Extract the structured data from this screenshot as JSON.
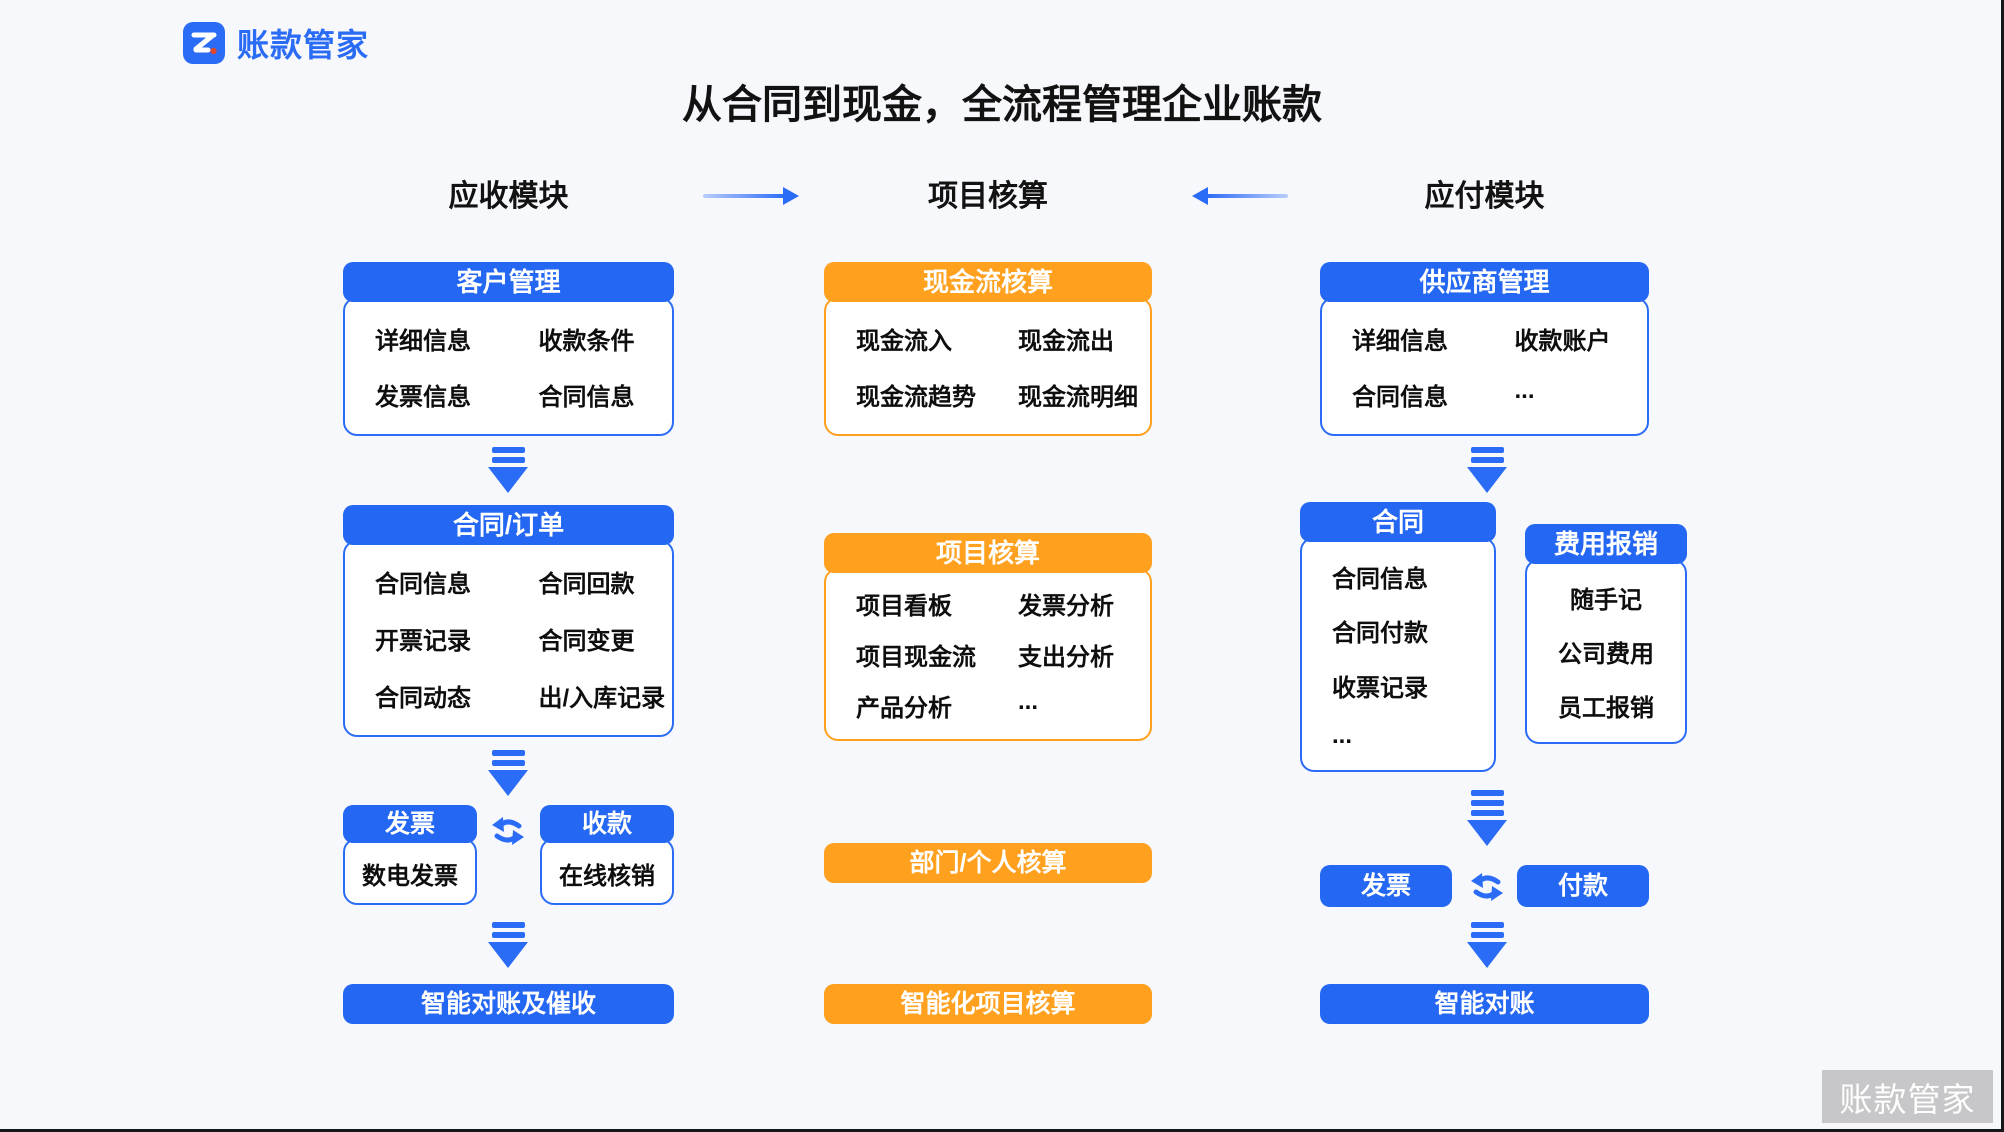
{
  "brand": {
    "name": "账款管家"
  },
  "title": "从合同到现金，全流程管理企业账款",
  "colors": {
    "accent_blue": "#2467F2",
    "accent_orange": "#FFA01E"
  },
  "flow_headers": {
    "left": "应收模块",
    "center": "项目核算",
    "right": "应付模块"
  },
  "receivable": {
    "customer": {
      "title": "客户管理",
      "items": [
        "详细信息",
        "收款条件",
        "发票信息",
        "合同信息"
      ]
    },
    "contract": {
      "title": "合同/订单",
      "items": [
        "合同信息",
        "合同回款",
        "开票记录",
        "合同变更",
        "合同动态",
        "出/入库记录"
      ]
    },
    "invoice": {
      "title": "发票",
      "item": "数电发票"
    },
    "receipt": {
      "title": "收款",
      "item": "在线核销"
    },
    "footer": "智能对账及催收"
  },
  "project": {
    "cashflow": {
      "title": "现金流核算",
      "items": [
        "现金流入",
        "现金流出",
        "现金流趋势",
        "现金流明细"
      ]
    },
    "accounting": {
      "title": "项目核算",
      "items": [
        "项目看板",
        "发票分析",
        "项目现金流",
        "支出分析",
        "产品分析",
        "..."
      ]
    },
    "dept_bar": "部门/个人核算",
    "smart_bar": "智能化项目核算"
  },
  "payable": {
    "supplier": {
      "title": "供应商管理",
      "items": [
        "详细信息",
        "收款账户",
        "合同信息",
        "..."
      ]
    },
    "contract": {
      "title": "合同",
      "items": [
        "合同信息",
        "合同付款",
        "收票记录",
        "..."
      ]
    },
    "expense": {
      "title": "费用报销",
      "items": [
        "随手记",
        "公司费用",
        "员工报销"
      ]
    },
    "invoice_label": "发票",
    "payment_label": "付款",
    "footer": "智能对账"
  },
  "watermark": "账款管家"
}
